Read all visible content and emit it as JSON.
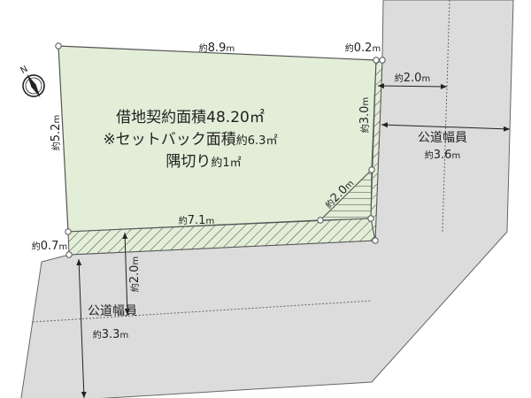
{
  "colors": {
    "lot_fill": "#e2eed8",
    "road_fill": "#dcdcdc",
    "line": "#555555",
    "hatch": "#333333"
  },
  "compass": {
    "north_label": "N",
    "icon": "north-arrow-compass-icon"
  },
  "lot": {
    "area_line1": "借地契約面積48.20㎡",
    "setback_prefix": "※セットバック面積",
    "setback_value": "約6.3㎡",
    "corner_prefix": "隅切り",
    "corner_value": "約1㎡"
  },
  "dimensions": {
    "top": {
      "prefix": "約",
      "value": "8.9",
      "unit": "m"
    },
    "top_right_setback": {
      "prefix": "約",
      "value": "0.2",
      "unit": "m"
    },
    "left": {
      "prefix": "約",
      "value": "5.2",
      "unit": "m"
    },
    "bottom": {
      "prefix": "約",
      "value": "7.1",
      "unit": "m"
    },
    "bottom_left_setback": {
      "prefix": "約",
      "value": "0.7",
      "unit": "m"
    },
    "right": {
      "prefix": "約",
      "value": "3.0",
      "unit": "m"
    },
    "corner_cut": {
      "prefix": "約",
      "value": "2.0",
      "unit": "m"
    },
    "east_road_center": {
      "prefix": "約",
      "value": "2.0",
      "unit": "m"
    },
    "south_road_center": {
      "prefix": "約",
      "value": "2.0",
      "unit": "m"
    }
  },
  "roads": {
    "east": {
      "label": "公道幅員",
      "prefix": "約",
      "value": "3.6",
      "unit": "m"
    },
    "south": {
      "label": "公道幅員",
      "prefix": "約",
      "value": "3.3",
      "unit": "m"
    }
  }
}
